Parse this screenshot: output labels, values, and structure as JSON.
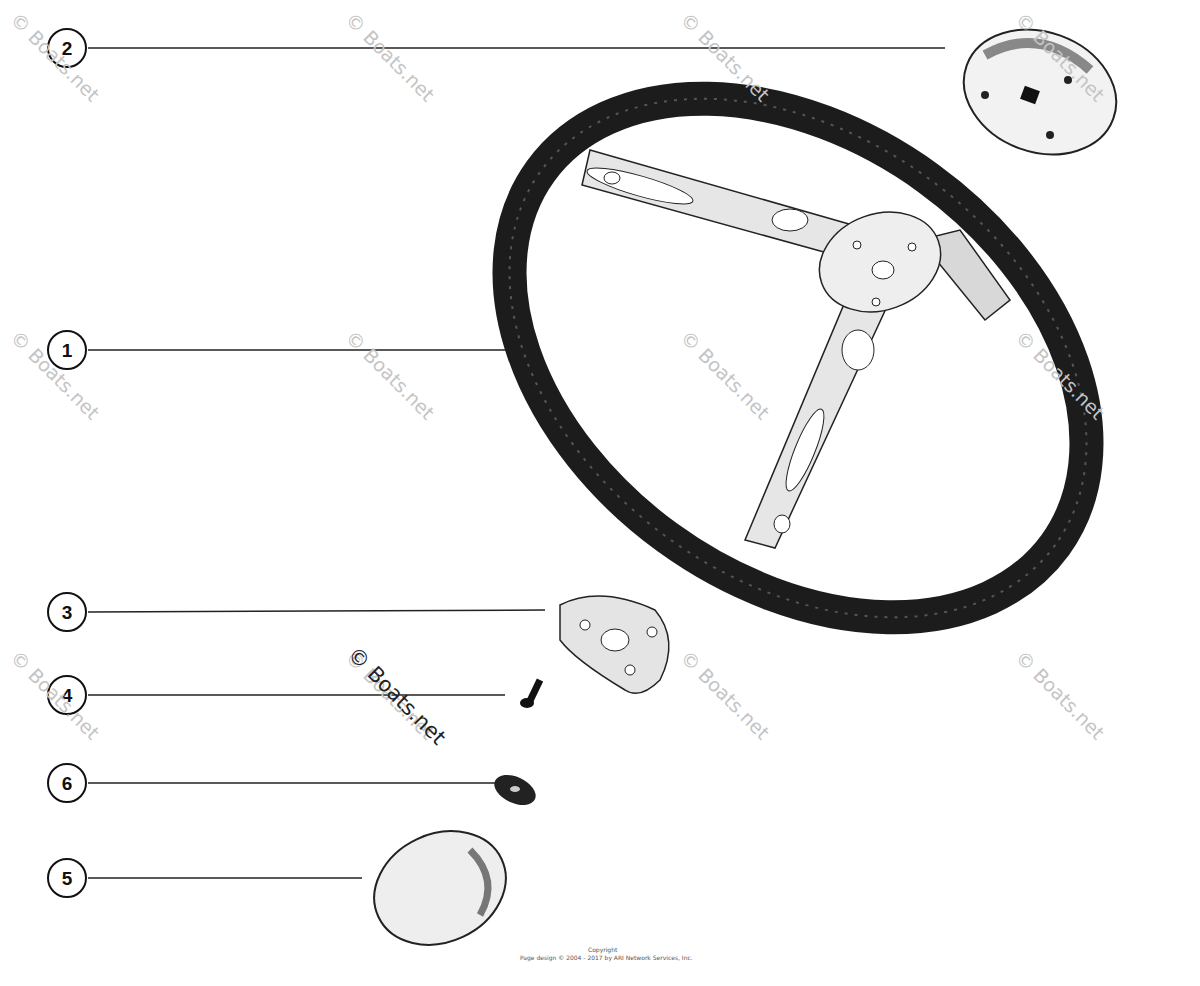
{
  "diagram": {
    "nodes": [
      {
        "text": [
          "2"
        ]
      },
      {
        "text": [
          "1"
        ]
      },
      {
        "text": [
          "3"
        ]
      },
      {
        "text": [
          "4"
        ]
      },
      {
        "text": [
          "6"
        ]
      },
      {
        "text": [
          "5"
        ]
      }
    ],
    "labels": [
      "© Boats.net",
      "© Boats.net",
      "© Boats.net",
      "© Boats.net",
      "© Boats.net",
      "© Boats.net",
      "© Boats.net",
      "© Boats.net",
      "© Boats.net",
      "© Boats.net",
      "© Boats.net",
      "© Boats.net",
      "© Boats.net",
      "Copyright",
      "Page design © 2004 - 2017 by ARI Network Services, Inc."
    ]
  }
}
